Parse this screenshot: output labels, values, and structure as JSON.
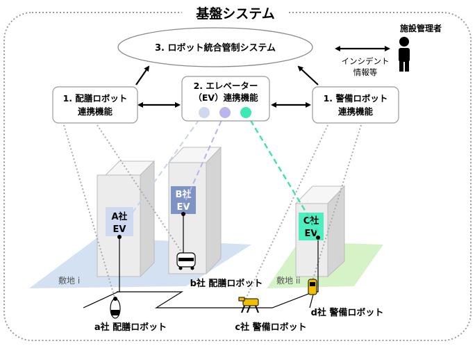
{
  "title": "基盤システム",
  "integrated_system": "3. ロボット統合管制システム",
  "facility_manager": "施設管理者",
  "incident_info": {
    "line1": "インシデント",
    "line2": "情報等"
  },
  "delivery_link": {
    "line1": "1. 配膳ロボット",
    "line2": "連携機能"
  },
  "elevator_link": {
    "line1": "2. エレベーター",
    "line2": "（EV）連携機能"
  },
  "security_link": {
    "line1": "1. 警備ロボット",
    "line2": "連携機能"
  },
  "ev_a": {
    "line1": "A社",
    "line2": "EV"
  },
  "ev_b": {
    "line1": "B社",
    "line2": "EV"
  },
  "ev_c": {
    "line1": "C社",
    "line2": "EV"
  },
  "site_i": "敷地 i",
  "site_ii": "敷地 ii",
  "robot_a": "a社 配膳ロボット",
  "robot_b": "b社 配膳ロボット",
  "robot_c": "c社 警備ロボット",
  "robot_d": "d社 警備ロボット",
  "colors": {
    "ev_a_dot": "#cfd8ec",
    "ev_b_dot": "#b9b6ee",
    "ev_c_dot": "#3de8b4",
    "ev_a_label": "#cfdaf0",
    "ev_b_label": "#7c93c4",
    "ev_c_label": "#4eeec0",
    "site_i_floor": "#d3e1f3",
    "site_ii_floor": "#d6f3c8"
  }
}
